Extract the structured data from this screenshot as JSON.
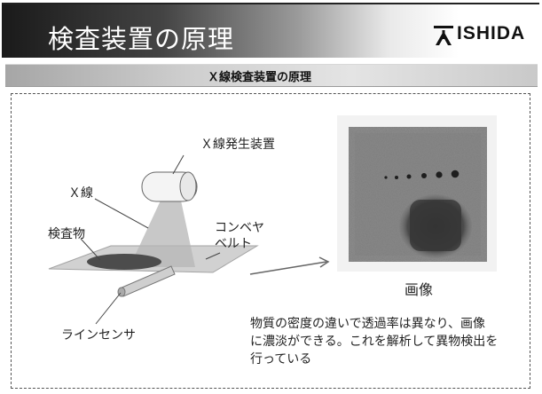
{
  "header": {
    "title": "検査装置の原理",
    "logo_text": "ISHIDA",
    "subtitle": "Ｘ線検査装置の原理"
  },
  "diagram": {
    "labels": {
      "generator": "Ｘ線発生装置",
      "xray": "Ｘ線",
      "object": "検査物",
      "conveyor_line1": "コンベヤ",
      "conveyor_line2": "ベルト",
      "sensor": "ラインセンサ",
      "image": "画像"
    }
  },
  "description": {
    "lines": [
      "物質の密度の違いで透過率は異なり、画像",
      "に濃淡ができる。これを解析して異物検出を",
      "行っている"
    ]
  },
  "colors": {
    "title_dark": "#1a1a1a",
    "title_text": "#ffffff",
    "subtitle_bg": "#cfcfcf",
    "beam": "#b8b8b8",
    "belt": "#c9c9c9",
    "object": "#4a4a4a"
  }
}
